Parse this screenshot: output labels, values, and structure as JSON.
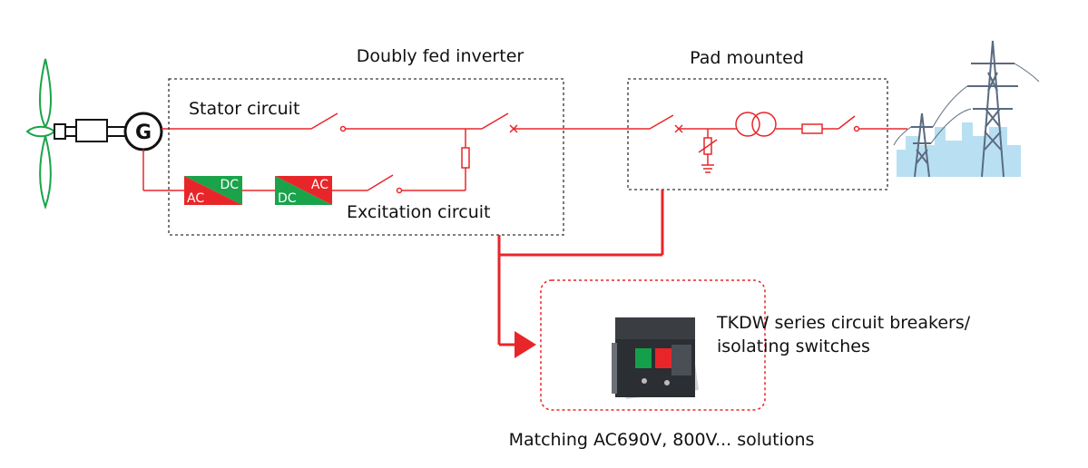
{
  "labels": {
    "doubly_fed_inverter": "Doubly fed inverter",
    "pad_mounted": "Pad mounted",
    "stator_circuit": "Stator circuit",
    "excitation_circuit": "Excitation circuit",
    "product_line1": "TKDW series circuit breakers/",
    "product_line2": "isolating switches",
    "solutions": "Matching AC690V, 800V... solutions"
  },
  "generator_symbol": "G",
  "converters": [
    {
      "top_right": "DC",
      "bottom_left": "AC"
    },
    {
      "top_right": "AC",
      "bottom_left": "DC"
    }
  ],
  "colors": {
    "wire": "#e8262a",
    "dotted_box": "#333333",
    "converter_red": "#e8262a",
    "converter_green": "#1aa34a",
    "turbine_green": "#1aa34a",
    "tower_gray": "#5a6b80",
    "city_blue": "#b9e0f2"
  },
  "icons": [
    "wind-turbine-icon",
    "generator-icon",
    "transmission-tower-icon",
    "circuit-breaker-icon"
  ]
}
